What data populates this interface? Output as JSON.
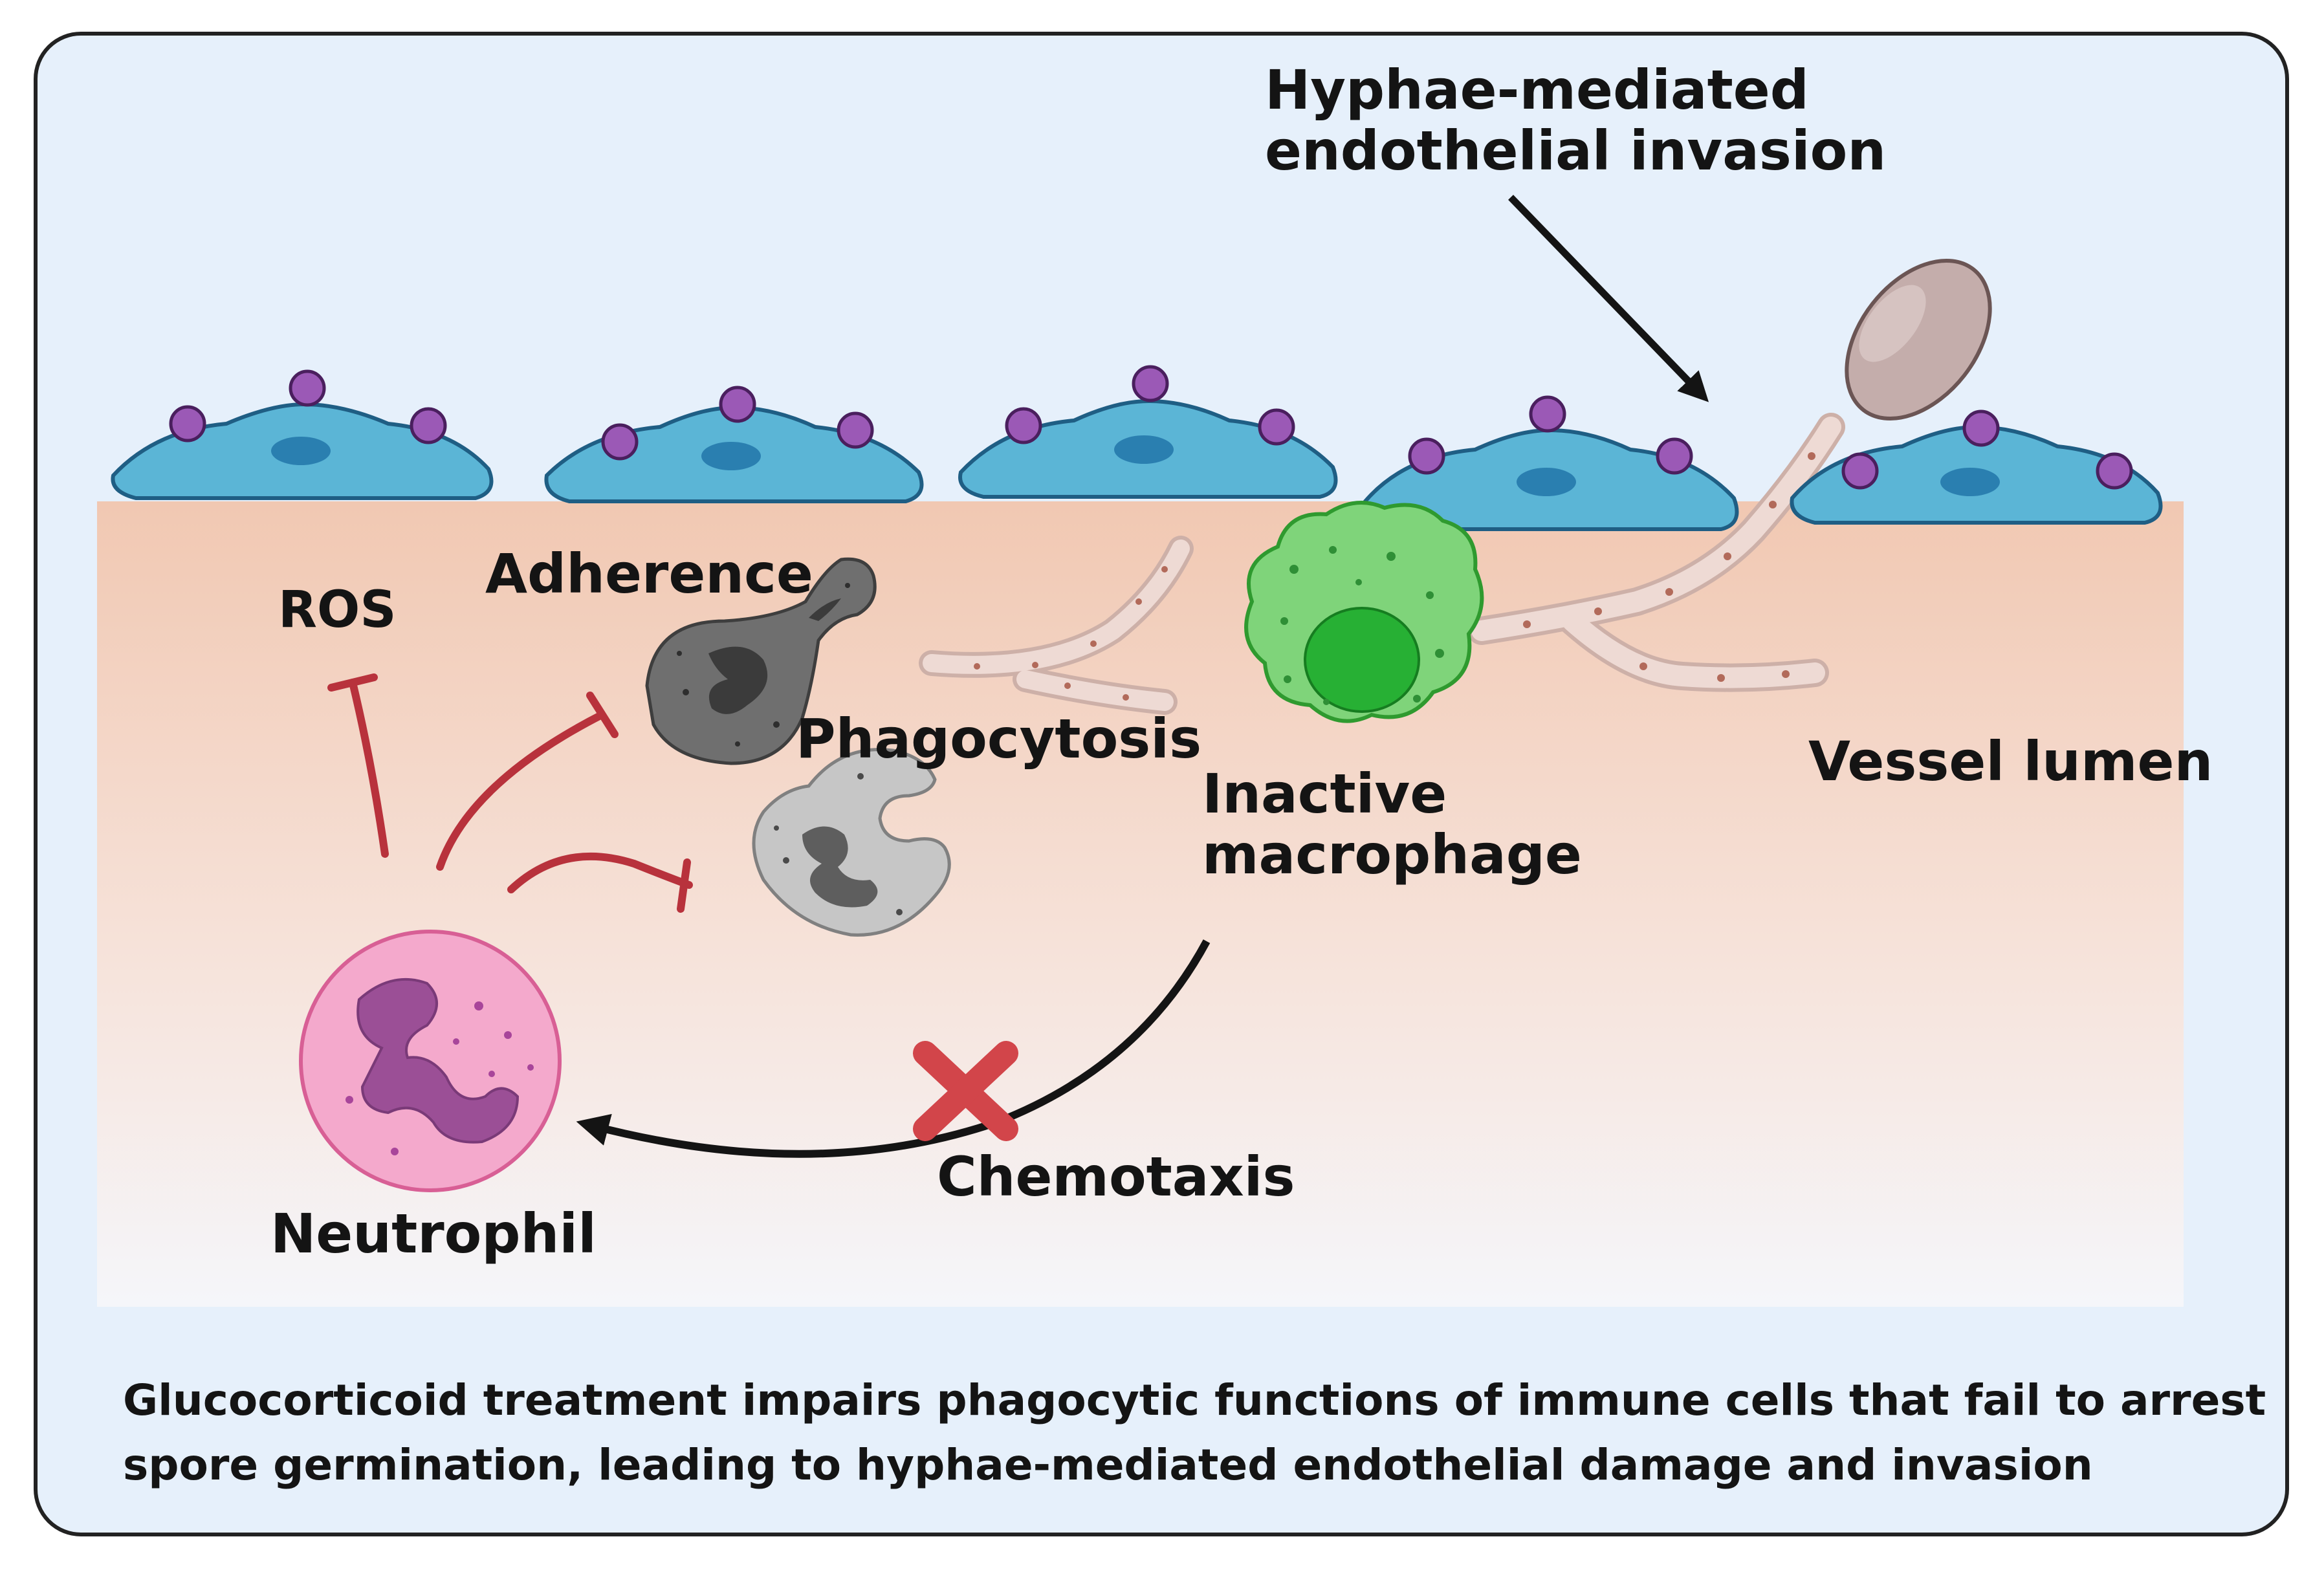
{
  "labels": {
    "hyphae_invasion": [
      "Hyphae-mediated",
      "endothelial invasion"
    ],
    "ros": "ROS",
    "adherence": "Adherence",
    "phagocytosis": "Phagocytosis",
    "inactive_macrophage": [
      "Inactive",
      "macrophage"
    ],
    "vessel_lumen": "Vessel lumen",
    "chemotaxis": "Chemotaxis",
    "neutrophil": "Neutrophil"
  },
  "caption": [
    "Glucocorticoid treatment impairs phagocytic functions  of immune cells that fail to arrest",
    "spore germination, leading to hyphae-mediated endothelial damage and invasion"
  ],
  "colors": {
    "panel_background": "#e6f0fb",
    "tissue_top": "#f1c9b3",
    "tissue_bottom": "#f6f7fa",
    "endothelial_cell": "#5bb5d6",
    "endothelial_nucleus": "#2a7fb0",
    "receptor_dot": "#9b59b6",
    "inhibition_arrow": "#b8323c",
    "macrophage_green": "#7fd47a",
    "neutrophil_pink": "#f4a9cc",
    "block_cross": "#d2454a",
    "hyphae": "#e4cbc5",
    "spore": "#c2aaa8"
  },
  "icons": [
    "endothelial-cell",
    "fungal-spore",
    "hypha",
    "inactive-macrophage",
    "adherence-cell",
    "phagocyte-cell",
    "neutrophil",
    "inhibition-arrow",
    "block-cross"
  ]
}
